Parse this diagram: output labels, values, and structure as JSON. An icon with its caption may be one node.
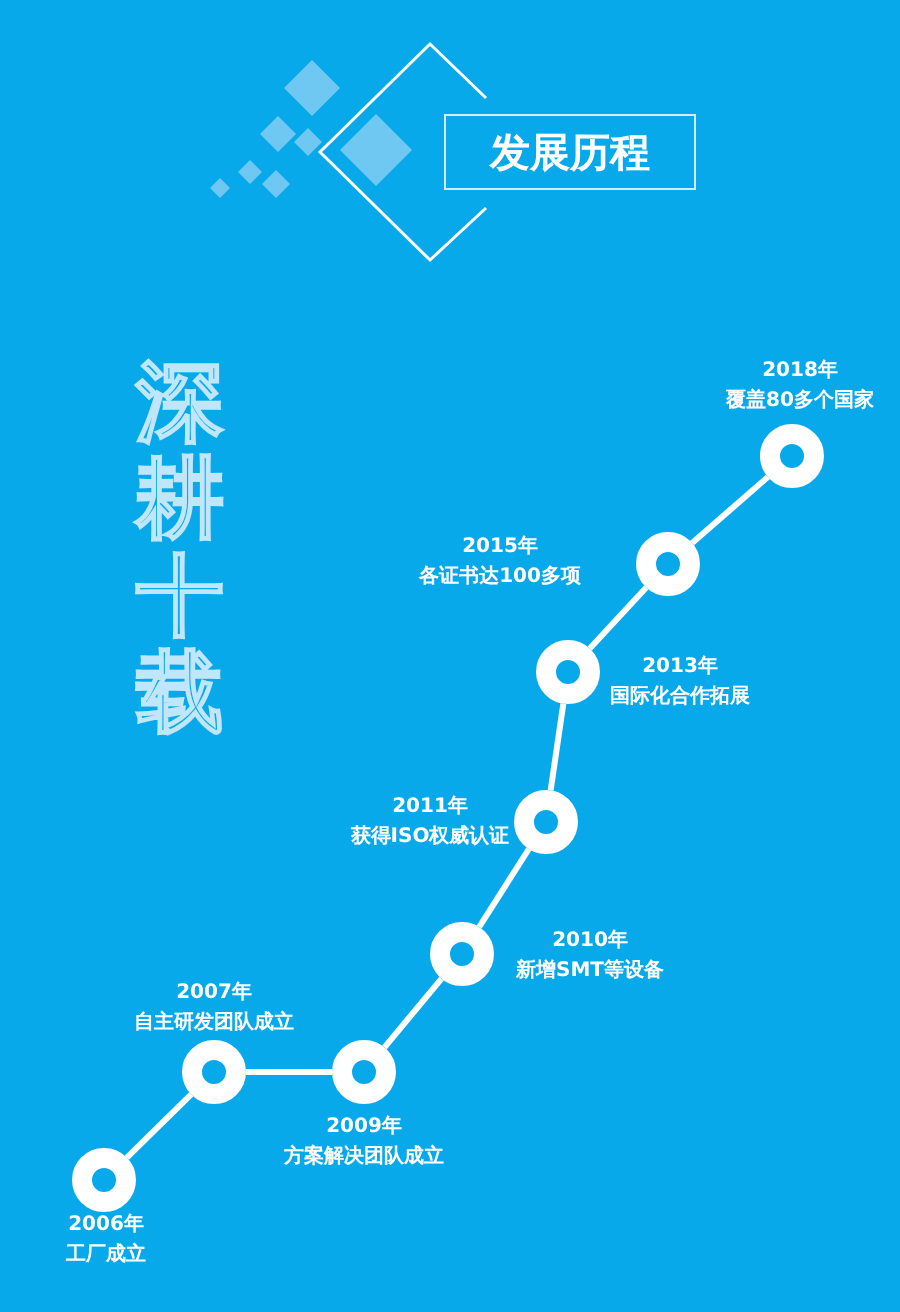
{
  "diagram": {
    "title": "发展历程",
    "nodes": [
      {
        "text": [],
        "shape": "circle",
        "beside": [
          "2006年",
          "工厂成立"
        ]
      },
      {
        "text": [],
        "shape": "circle",
        "beside": [
          "2007年",
          "自主研发团队成立"
        ]
      },
      {
        "text": [],
        "shape": "circle",
        "beside": [
          "2009年",
          "方案解决团队成立"
        ]
      },
      {
        "text": [],
        "shape": "circle",
        "beside": [
          "2010年",
          "新增SMT等设备"
        ]
      },
      {
        "text": [],
        "shape": "circle",
        "beside": [
          "2011年",
          "获得ISO权威认证"
        ]
      },
      {
        "text": [],
        "shape": "circle",
        "beside": [
          "2013年",
          "国际化合作拓展"
        ]
      },
      {
        "text": [],
        "shape": "circle",
        "beside": [
          "2015年",
          "各证书达100多项"
        ]
      },
      {
        "text": [],
        "shape": "circle",
        "beside": [
          "2018年",
          "覆盖80多个国家"
        ]
      }
    ],
    "edges": [
      {
        "from": 0,
        "to": 1,
        "arrow": "none"
      },
      {
        "from": 1,
        "to": 2,
        "arrow": "none"
      },
      {
        "from": 2,
        "to": 3,
        "arrow": "none"
      },
      {
        "from": 3,
        "to": 4,
        "arrow": "none"
      },
      {
        "from": 4,
        "to": 5,
        "arrow": "none"
      },
      {
        "from": 5,
        "to": 6,
        "arrow": "none"
      },
      {
        "from": 6,
        "to": 7,
        "arrow": "none"
      }
    ],
    "labels": [
      "深耕十载"
    ]
  }
}
